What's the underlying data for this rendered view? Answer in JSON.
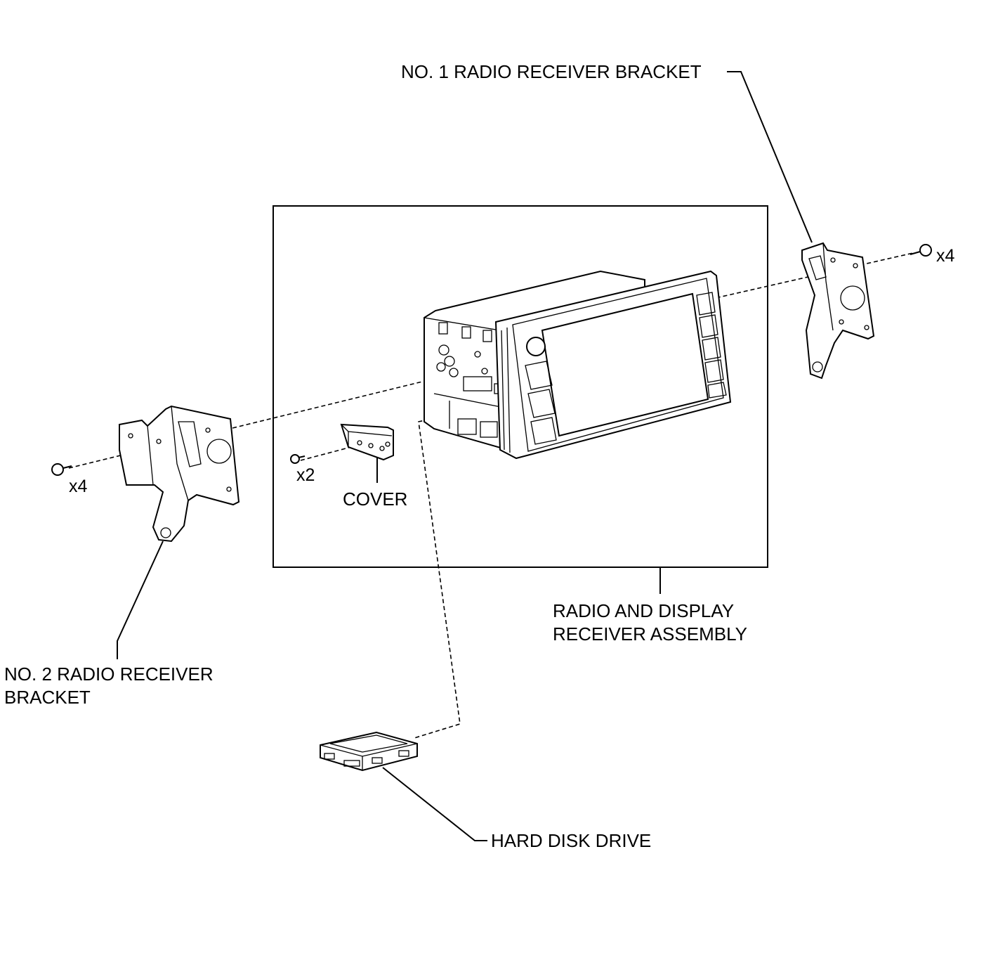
{
  "labels": {
    "bracket_1": "NO. 1 RADIO RECEIVER BRACKET",
    "bracket_2_line1": "NO. 2 RADIO RECEIVER",
    "bracket_2_line2": "BRACKET",
    "assembly_line1": "RADIO AND DISPLAY",
    "assembly_line2": "RECEIVER ASSEMBLY",
    "cover": "COVER",
    "hard_disk_drive": "HARD DISK DRIVE"
  },
  "quantities": {
    "right_screws": "x4",
    "left_screws": "x4",
    "cover_screws": "x2"
  },
  "colors": {
    "line": "#000000",
    "background": "#ffffff"
  }
}
